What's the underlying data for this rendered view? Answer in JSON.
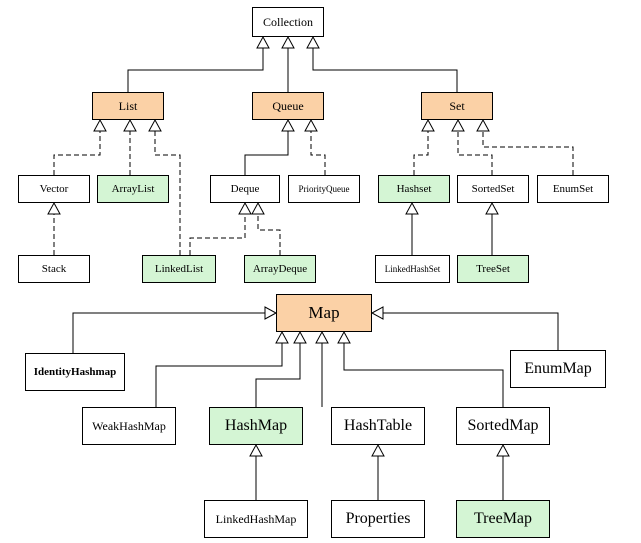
{
  "colors": {
    "interface": "#fbd1a6",
    "implementation": "#d4f5d4",
    "plain": "#ffffff",
    "line": "#000000"
  },
  "nodes": {
    "collection": {
      "label": "Collection",
      "kind": "plain"
    },
    "list": {
      "label": "List",
      "kind": "interface"
    },
    "queue": {
      "label": "Queue",
      "kind": "interface"
    },
    "set": {
      "label": "Set",
      "kind": "interface"
    },
    "vector": {
      "label": "Vector",
      "kind": "plain"
    },
    "arraylist": {
      "label": "ArrayList",
      "kind": "implementation"
    },
    "deque": {
      "label": "Deque",
      "kind": "plain"
    },
    "priorityqueue": {
      "label": "PriorityQueue",
      "kind": "plain"
    },
    "hashset": {
      "label": "Hashset",
      "kind": "implementation"
    },
    "sortedset": {
      "label": "SortedSet",
      "kind": "plain"
    },
    "enumset": {
      "label": "EnumSet",
      "kind": "plain"
    },
    "stack": {
      "label": "Stack",
      "kind": "plain"
    },
    "linkedlist": {
      "label": "LinkedList",
      "kind": "implementation"
    },
    "arraydeque": {
      "label": "ArrayDeque",
      "kind": "implementation"
    },
    "linkedhashset": {
      "label": "LinkedHashSet",
      "kind": "plain"
    },
    "treeset": {
      "label": "TreeSet",
      "kind": "implementation"
    },
    "map": {
      "label": "Map",
      "kind": "interface"
    },
    "identityhashmap": {
      "label": "IdentityHashmap",
      "kind": "plain"
    },
    "enummap": {
      "label": "EnumMap",
      "kind": "plain"
    },
    "weakhashmap": {
      "label": "WeakHashMap",
      "kind": "plain"
    },
    "hashmap": {
      "label": "HashMap",
      "kind": "implementation"
    },
    "hashtable": {
      "label": "HashTable",
      "kind": "plain"
    },
    "sortedmap": {
      "label": "SortedMap",
      "kind": "plain"
    },
    "linkedhashmap": {
      "label": "LinkedHashMap",
      "kind": "plain"
    },
    "properties": {
      "label": "Properties",
      "kind": "plain"
    },
    "treemap": {
      "label": "TreeMap",
      "kind": "implementation"
    }
  },
  "edges": [
    {
      "from": "list",
      "to": "collection",
      "style": "solid"
    },
    {
      "from": "queue",
      "to": "collection",
      "style": "solid"
    },
    {
      "from": "set",
      "to": "collection",
      "style": "solid"
    },
    {
      "from": "vector",
      "to": "list",
      "style": "dashed"
    },
    {
      "from": "arraylist",
      "to": "list",
      "style": "dashed"
    },
    {
      "from": "linkedlist",
      "to": "list",
      "style": "dashed"
    },
    {
      "from": "deque",
      "to": "queue",
      "style": "solid"
    },
    {
      "from": "priorityqueue",
      "to": "queue",
      "style": "dashed"
    },
    {
      "from": "hashset",
      "to": "set",
      "style": "dashed"
    },
    {
      "from": "sortedset",
      "to": "set",
      "style": "dashed"
    },
    {
      "from": "enumset",
      "to": "set",
      "style": "dashed"
    },
    {
      "from": "stack",
      "to": "vector",
      "style": "dashed"
    },
    {
      "from": "linkedlist",
      "to": "deque",
      "style": "dashed"
    },
    {
      "from": "arraydeque",
      "to": "deque",
      "style": "dashed"
    },
    {
      "from": "linkedhashset",
      "to": "hashset",
      "style": "solid"
    },
    {
      "from": "treeset",
      "to": "sortedset",
      "style": "solid"
    },
    {
      "from": "identityhashmap",
      "to": "map",
      "style": "solid"
    },
    {
      "from": "enummap",
      "to": "map",
      "style": "solid"
    },
    {
      "from": "weakhashmap",
      "to": "map",
      "style": "solid"
    },
    {
      "from": "hashmap",
      "to": "map",
      "style": "solid"
    },
    {
      "from": "hashtable",
      "to": "map",
      "style": "solid"
    },
    {
      "from": "sortedmap",
      "to": "map",
      "style": "solid"
    },
    {
      "from": "linkedhashmap",
      "to": "hashmap",
      "style": "solid"
    },
    {
      "from": "properties",
      "to": "hashtable",
      "style": "solid"
    },
    {
      "from": "treemap",
      "to": "sortedmap",
      "style": "solid"
    }
  ]
}
